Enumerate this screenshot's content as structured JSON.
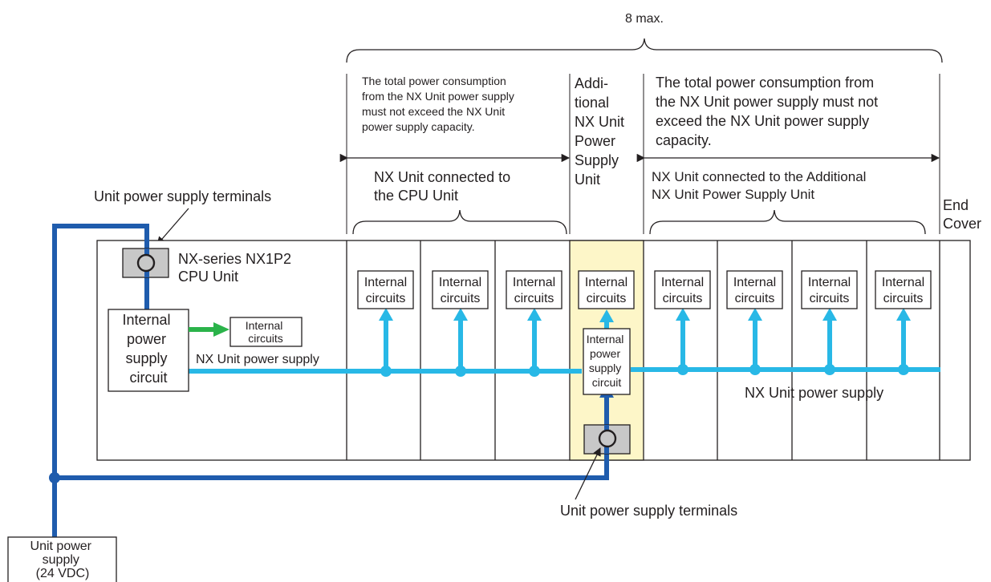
{
  "top": {
    "max_label": "8 max."
  },
  "cpu_side": {
    "consumption_note": [
      "The total power consumption",
      "from the NX Unit power supply",
      "must not exceed the NX Unit",
      "power supply capacity."
    ],
    "connected_label": [
      "NX Unit connected to",
      "the CPU Unit"
    ]
  },
  "additional_psu_label": [
    "Addi-",
    "tional",
    "NX Unit",
    "Power",
    "Supply",
    "Unit"
  ],
  "psu_side": {
    "consumption_note": [
      "The total power consumption from",
      "the NX Unit power supply must not",
      "exceed the NX Unit power supply",
      "capacity."
    ],
    "connected_label": [
      "NX Unit connected to the Additional",
      "NX Unit Power Supply Unit"
    ]
  },
  "end_cover_label": [
    "End",
    "Cover"
  ],
  "unit_terminals_top": "Unit power supply terminals",
  "unit_terminals_bottom": "Unit power supply terminals",
  "cpu_unit_label": [
    "NX-series NX1P2",
    "CPU Unit"
  ],
  "cpu_internal_psu": [
    "Internal",
    "power",
    "supply",
    "circuit"
  ],
  "cpu_internal_circuits": [
    "Internal",
    "circuits"
  ],
  "nx_power_label_left": "NX Unit power supply",
  "nx_power_label_right": "NX Unit power supply",
  "unit_internal_circuits": [
    "Internal",
    "circuits"
  ],
  "addl_internal_psu": [
    "Internal",
    "power",
    "supply",
    "circuit"
  ],
  "external_supply": [
    "Unit power",
    "supply",
    "(24 VDC)"
  ],
  "colors": {
    "wire_dark": "#1f5cad",
    "wire_light": "#28b8e6",
    "arrow_green": "#2bb34a",
    "terminal_gray": "#c8c8c8",
    "psu_highlight": "#fdf6c8"
  }
}
